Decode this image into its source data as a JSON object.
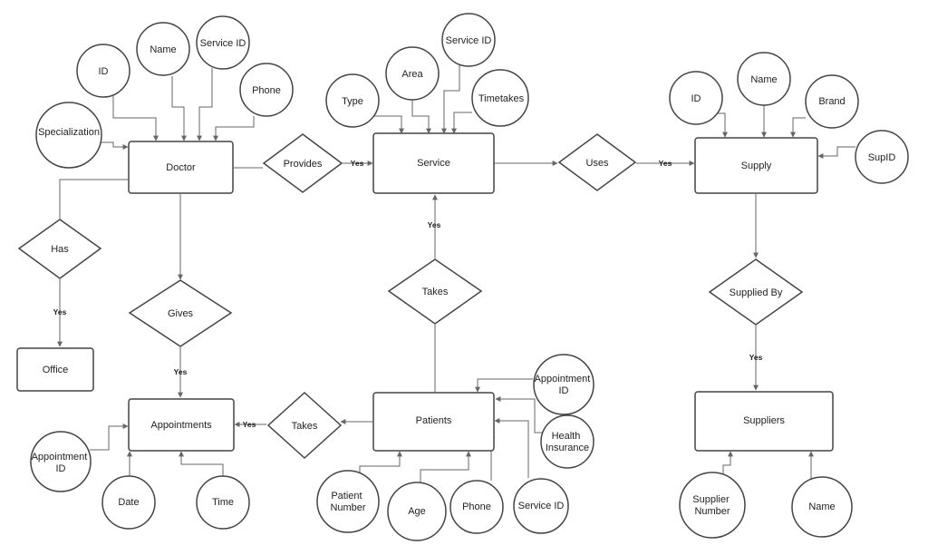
{
  "entities": {
    "doctor": "Doctor",
    "service": "Service",
    "supply": "Supply",
    "office": "Office",
    "appointments": "Appointments",
    "patients": "Patients",
    "suppliers": "Suppliers"
  },
  "relationships": {
    "provides": "Provides",
    "uses": "Uses",
    "has": "Has",
    "gives": "Gives",
    "takes_service": "Takes",
    "supplied_by": "Supplied By",
    "takes_appointment": "Takes"
  },
  "attributes": {
    "doctor_id": "ID",
    "doctor_name": "Name",
    "doctor_service_id": "Service ID",
    "doctor_phone": "Phone",
    "doctor_specialization": "Specialization",
    "service_type": "Type",
    "service_area": "Area",
    "service_service_id": "Service ID",
    "service_timetakes": "Timetakes",
    "supply_id": "ID",
    "supply_name": "Name",
    "supply_brand": "Brand",
    "supply_supid": "SupID",
    "patient_appointment_id": [
      "Appointment",
      "ID"
    ],
    "patient_health_insurance": [
      "Health",
      "Insurance"
    ],
    "patient_number": [
      "Patient",
      "Number"
    ],
    "patient_age": "Age",
    "patient_phone": "Phone",
    "patient_service_id": "Service ID",
    "appointment_appointment_id": [
      "Appointment",
      "ID"
    ],
    "appointment_date": "Date",
    "appointment_time": "Time",
    "supplier_number": [
      "Supplier",
      "Number"
    ],
    "supplier_name": "Name"
  },
  "edge_labels": {
    "provides_service": "Yes",
    "uses_supply": "Yes",
    "takes_service": "Yes",
    "supplied_by_suppliers": "Yes",
    "has_office": "Yes",
    "gives_appointments": "Yes",
    "takes_appointments": "Yes"
  }
}
